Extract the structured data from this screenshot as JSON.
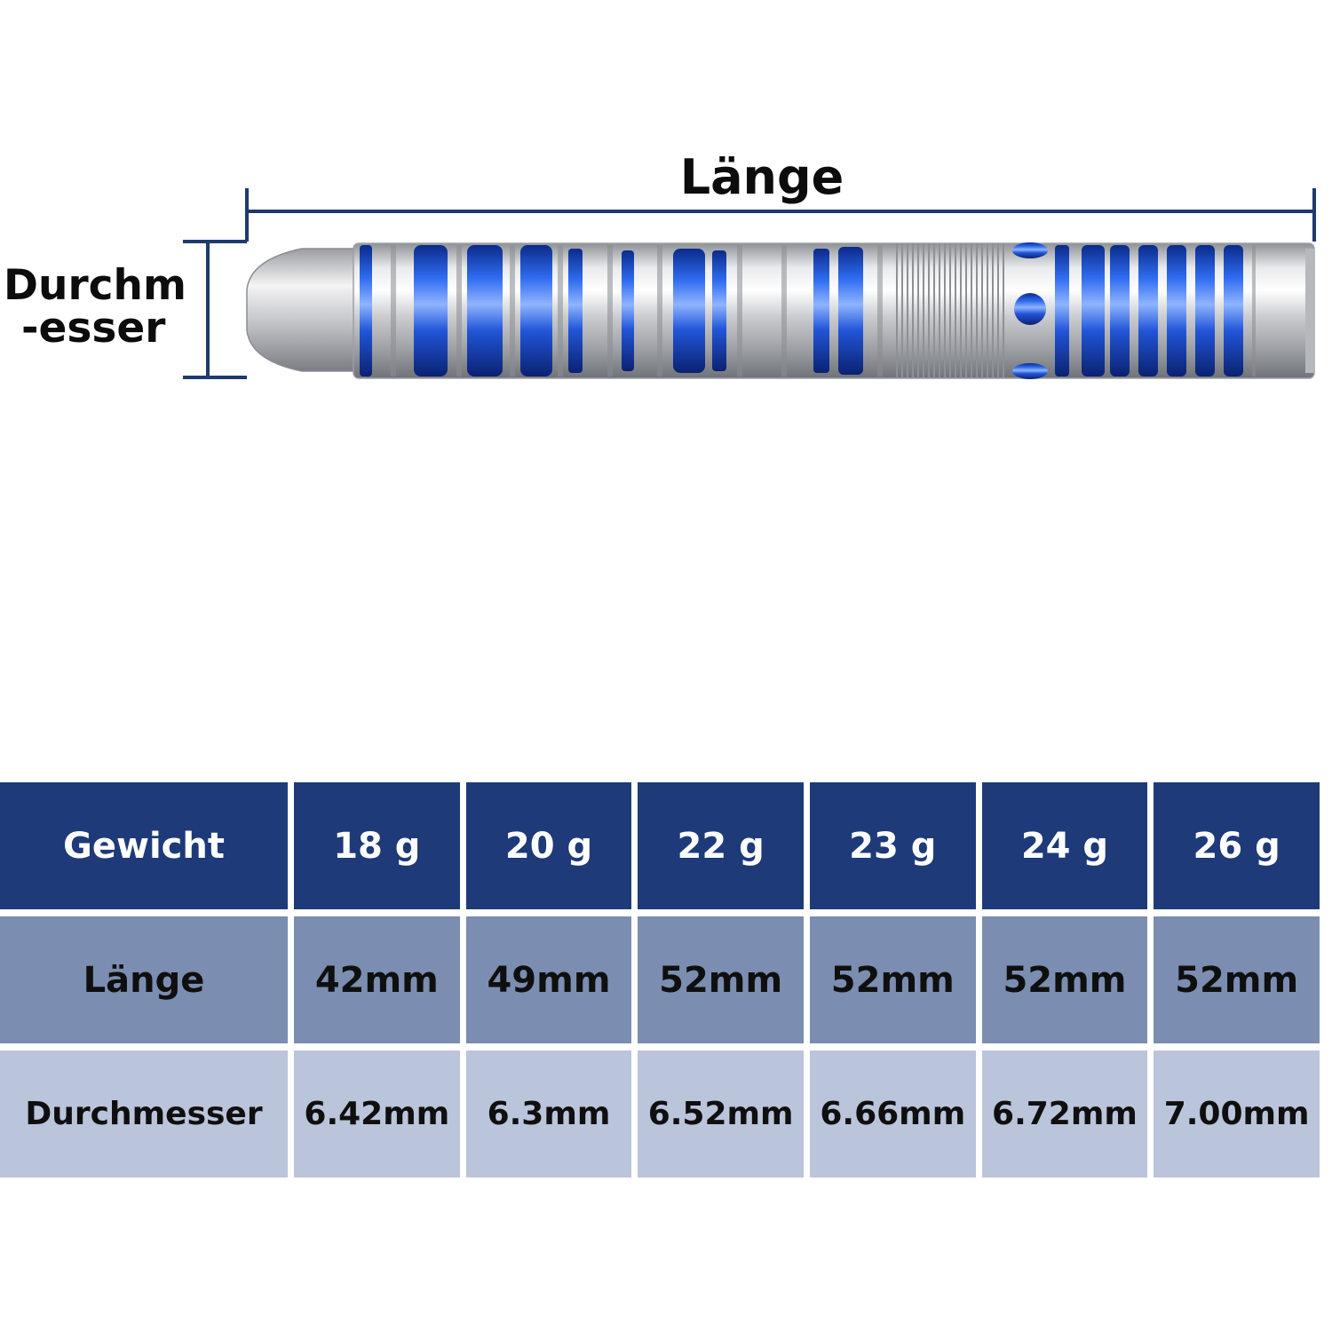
{
  "diagram": {
    "length_label": "Länge",
    "diameter_label_line1": "Durchm",
    "diameter_label_line2": "-esser",
    "line_color": "#1e3a6e",
    "barrel_metal_color": "#c7c9cd",
    "barrel_ring_color": "#1a4fd0"
  },
  "table": {
    "header_color": "#1e3a78",
    "length_row_color": "#7b8db0",
    "diameter_row_color": "#bac4da",
    "rows": [
      {
        "label": "Gewicht",
        "values": [
          "18 g",
          "20 g",
          "22 g",
          "23 g",
          "24 g",
          "26 g"
        ]
      },
      {
        "label": "Länge",
        "values": [
          "42mm",
          "49mm",
          "52mm",
          "52mm",
          "52mm",
          "52mm"
        ]
      },
      {
        "label": "Durchmesser",
        "values": [
          "6.42mm",
          "6.3mm",
          "6.52mm",
          "6.66mm",
          "6.72mm",
          "7.00mm"
        ]
      }
    ]
  }
}
